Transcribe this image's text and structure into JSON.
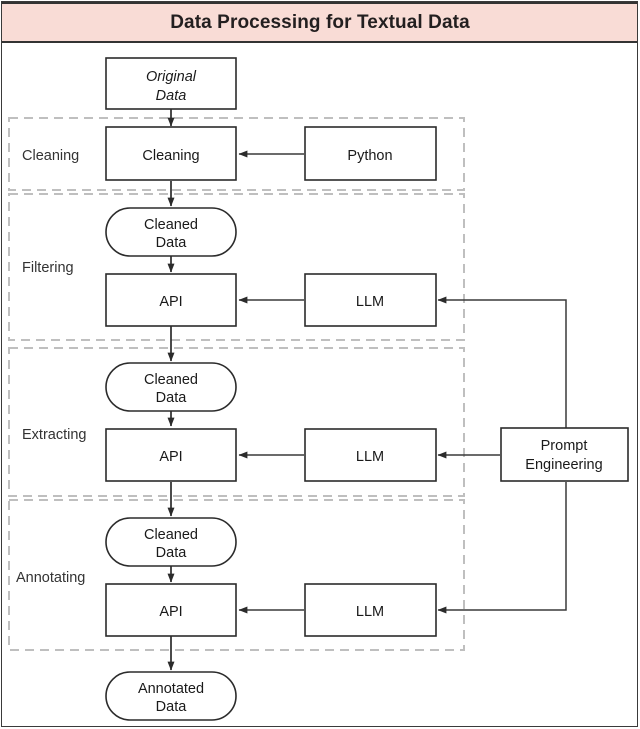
{
  "title": "Data Processing for Textual Data",
  "colors": {
    "title_background": "#f9dcd6",
    "title_text": "#231f20",
    "node_stroke": "#2b2b2b",
    "group_stroke": "#bfbfbf",
    "edge": "#2b2b2b",
    "page_background": "#ffffff"
  },
  "groups": [
    {
      "label": "Cleaning"
    },
    {
      "label": "Filtering"
    },
    {
      "label": "Extracting"
    },
    {
      "label": "Annotating"
    }
  ],
  "nodes": {
    "original_data": "Original\nData",
    "original_data_line1": "Original",
    "original_data_line2": "Data",
    "cleaning_step": "Cleaning",
    "python": "Python",
    "cleaned_data_line1": "Cleaned",
    "cleaned_data_line2": "Data",
    "api": "API",
    "llm": "LLM",
    "prompt_engineering_line1": "Prompt",
    "prompt_engineering_line2": "Engineering",
    "annotated_data_line1": "Annotated",
    "annotated_data_line2": "Data"
  },
  "flow": {
    "filtering_cleaned_data_line1": "Cleaned",
    "filtering_cleaned_data_line2": "Data",
    "filtering_api": "API",
    "filtering_llm": "LLM",
    "extracting_cleaned_data_line1": "Cleaned",
    "extracting_cleaned_data_line2": "Data",
    "extracting_api": "API",
    "extracting_llm": "LLM",
    "annotating_cleaned_data_line1": "Cleaned",
    "annotating_cleaned_data_line2": "Data",
    "annotating_api": "API",
    "annotating_llm": "LLM"
  }
}
